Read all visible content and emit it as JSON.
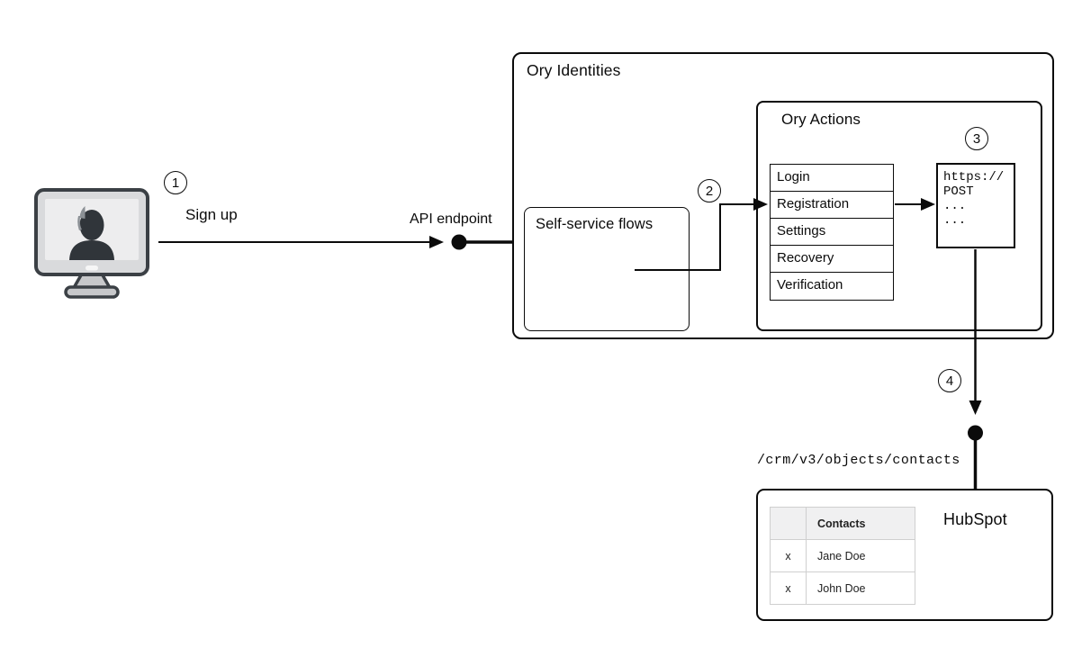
{
  "steps": {
    "one": "1",
    "two": "2",
    "three": "3",
    "four": "4"
  },
  "labels": {
    "sign_up": "Sign up",
    "api_endpoint": "API endpoint",
    "crm_path": "/crm/v3/objects/contacts"
  },
  "ory_identities": {
    "title": "Ory Identities",
    "self_service_flows_title": "Self-service flows",
    "ory_actions": {
      "title": "Ory Actions",
      "flows": [
        "Login",
        "Registration",
        "Settings",
        "Recovery",
        "Verification"
      ],
      "code_lines": [
        "https://",
        "POST",
        "...",
        "..."
      ]
    }
  },
  "hubspot": {
    "title": "HubSpot",
    "table": {
      "contacts_header": "Contacts",
      "rows": [
        {
          "action": "x",
          "name": "Jane Doe"
        },
        {
          "action": "x",
          "name": "John Doe"
        }
      ]
    }
  },
  "colors": {
    "stroke": "#0b0b0b",
    "table_header_bg": "#f0f0f1",
    "table_border": "#cfcfcf"
  }
}
